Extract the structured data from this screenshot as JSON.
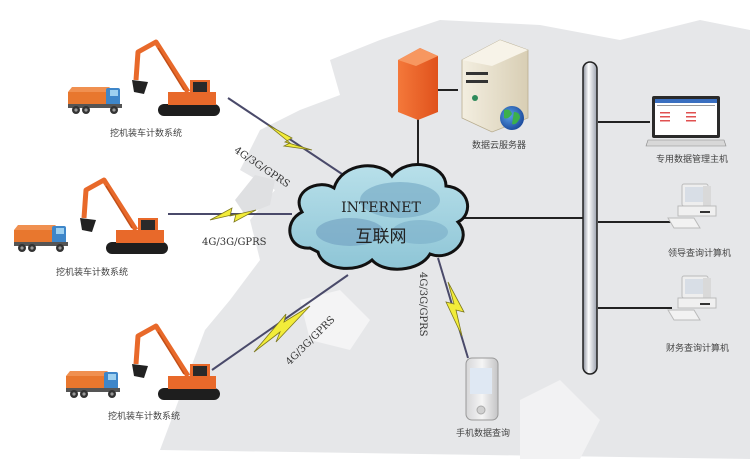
{
  "diagram": {
    "title": "挖机装车计数系统网络拓扑",
    "cloud": {
      "line1": "INTERNET",
      "line2": "互联网"
    },
    "sites": [
      {
        "label": "挖机装车计数系统",
        "link": "4G/3G/GPRS"
      },
      {
        "label": "挖机装车计数系统",
        "link": "4G/3G/GPRS"
      },
      {
        "label": "挖机装车计数系统",
        "link": "4G/3G/GPRS"
      }
    ],
    "server": {
      "label": "数据云服务器"
    },
    "mobile": {
      "label": "手机数据查询",
      "link": "4G/3G/GPRS"
    },
    "clients": [
      {
        "label": "专用数据管理主机"
      },
      {
        "label": "领导查询计算机"
      },
      {
        "label": "财务查询计算机"
      }
    ],
    "colors": {
      "cloud": "#8ec5d6",
      "cloud_dark": "#5f93b4",
      "lightning": "#f2ec3a",
      "firewall": "#f06a2a",
      "excavator": "#e8692a",
      "truck_cab": "#3e86c9",
      "map": "#e6e7e9",
      "line": "#222222"
    }
  }
}
